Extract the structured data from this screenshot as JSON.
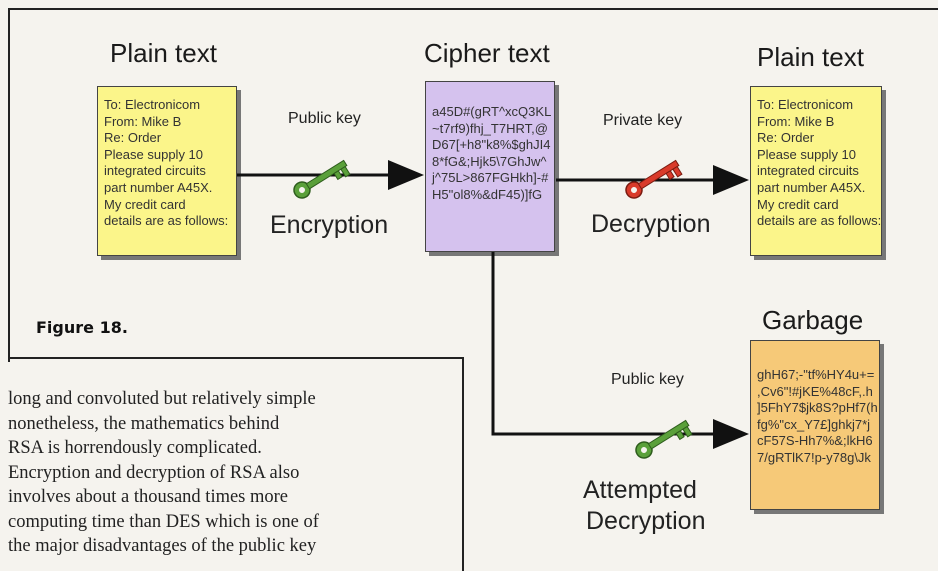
{
  "headings": {
    "plain_text_left": "Plain text",
    "cipher_text": "Cipher text",
    "plain_text_right": "Plain text",
    "garbage": "Garbage"
  },
  "boxes": {
    "plain_left": "To: Electronicom\nFrom: Mike B\nRe: Order\nPlease supply 10\nintegrated circuits\npart number A45X.\nMy credit card\ndetails are as follows:",
    "cipher": "a45D#(gRT^xcQ3KL\n~t7rf9)fhj_T7HRT,@\nD67[+h8\"k8%$ghJI4\n8*fG&;Hjk5\\7GhJw^\nj^75L>867FGHkh]-#\nH5\"ol8%&dF45)]fG",
    "plain_right": "To: Electronicom\nFrom: Mike B\nRe: Order\nPlease supply 10\nintegrated circuits\npart number A45X.\nMy credit card\ndetails are as follows:",
    "garbage": "ghH67;-\"tf%HY4u+=\n,Cv6\"!#jKE%48cF,.h\n]5FhY7$jk8S?pHf7(h\nfg%\"cx_Y7£]ghkj7*j\ncF57S-Hh7%&;lkH6\n7/gRTlK7!p-y78g\\Jk"
  },
  "labels": {
    "public_key_top": "Public key",
    "encryption": "Encryption",
    "private_key": "Private key",
    "decryption": "Decryption",
    "public_key_bottom": "Public key",
    "attempted_line1": "Attempted",
    "attempted_line2": "Decryption"
  },
  "caption": "Figure 18.",
  "paragraph": [
    "long and convoluted but relatively simple",
    "nonetheless, the mathematics behind",
    "RSA is horrendously complicated.",
    "Encryption and decryption of RSA also",
    "involves about a thousand times more",
    "computing time than DES which is one of",
    "the major disadvantages of the public key"
  ],
  "colors": {
    "plain_box": "#fbf58a",
    "cipher_box": "#d5c2ee",
    "garbage_box": "#f6c978",
    "public_key": "#5aa03a",
    "private_key": "#d93a2a"
  },
  "icons": [
    "public-key-icon",
    "private-key-icon"
  ]
}
